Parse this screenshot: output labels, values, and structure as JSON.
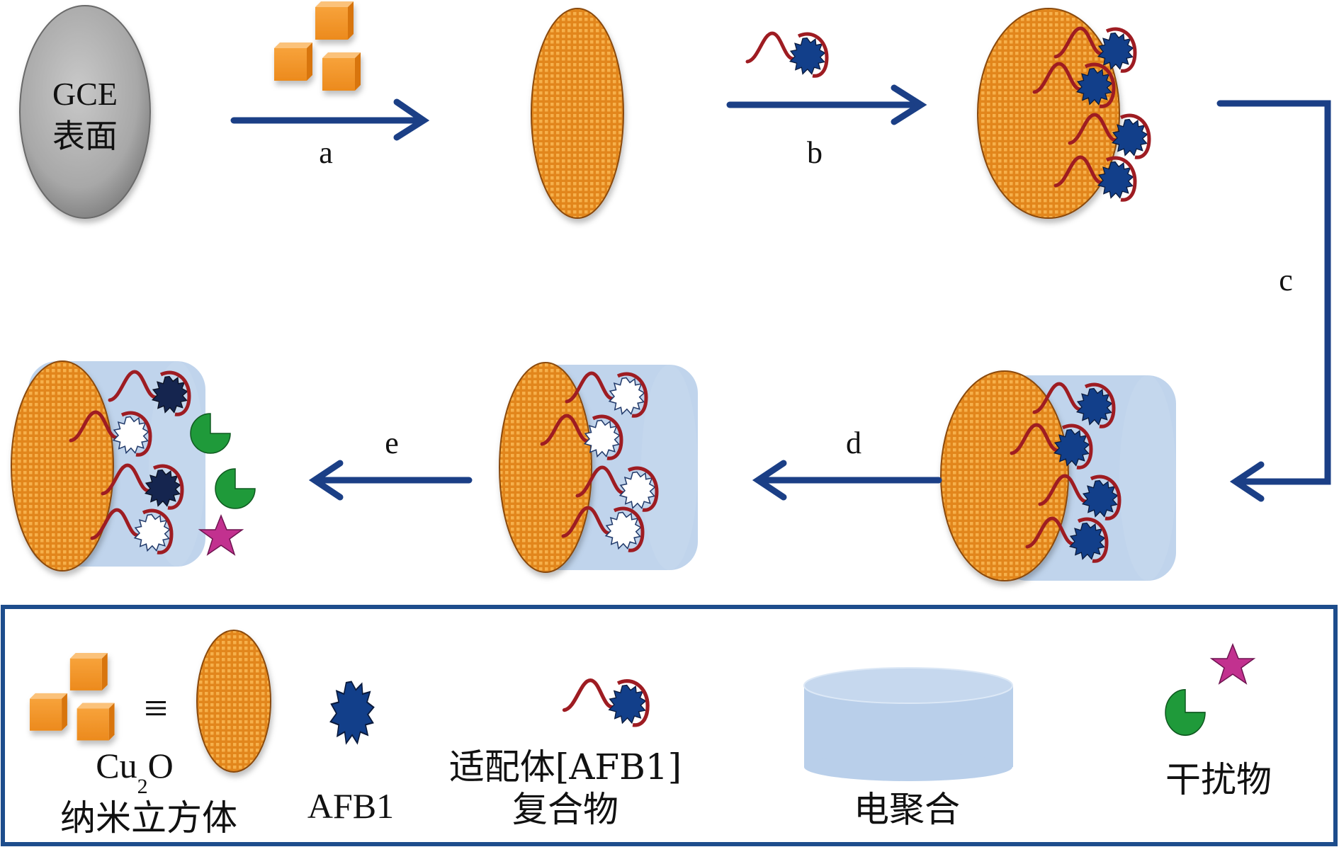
{
  "figure": {
    "colors": {
      "arrow": "#1b3f86",
      "electrode": "#a9a9a9",
      "cu2o": "#e68a1c",
      "cu2o_dot": "#f5b04a",
      "aptamer": "#9e1c22",
      "afb1": "#123f8a",
      "afb1_dark": "#15254f",
      "polymer": "#b9cfea",
      "interferent_pacman": "#1f9a3a",
      "interferent_star": "#c2318f",
      "legend_border": "#1d4d8c"
    },
    "stages": [
      {
        "id": "gce",
        "label_line1": "GCE",
        "label_line2": "表面"
      },
      {
        "id": "cu2o-modified"
      },
      {
        "id": "aptamer-complex-bound"
      },
      {
        "id": "electropolymerized"
      },
      {
        "id": "template-removed"
      },
      {
        "id": "rebinding-with-interferents"
      }
    ],
    "steps": {
      "a": "a",
      "b": "b",
      "c": "c",
      "d": "d",
      "e": "e"
    },
    "legend": {
      "cu2o_formula_main": "Cu",
      "cu2o_formula_sub": "2",
      "cu2o_formula_end": "O",
      "cu2o_name": "纳米立方体",
      "equiv_symbol": "≡",
      "afb1": "AFB1",
      "complex_line1": "适配体[AFB1]",
      "complex_line2": "复合物",
      "electropolymerization": "电聚合",
      "interferent": "干扰物"
    }
  }
}
